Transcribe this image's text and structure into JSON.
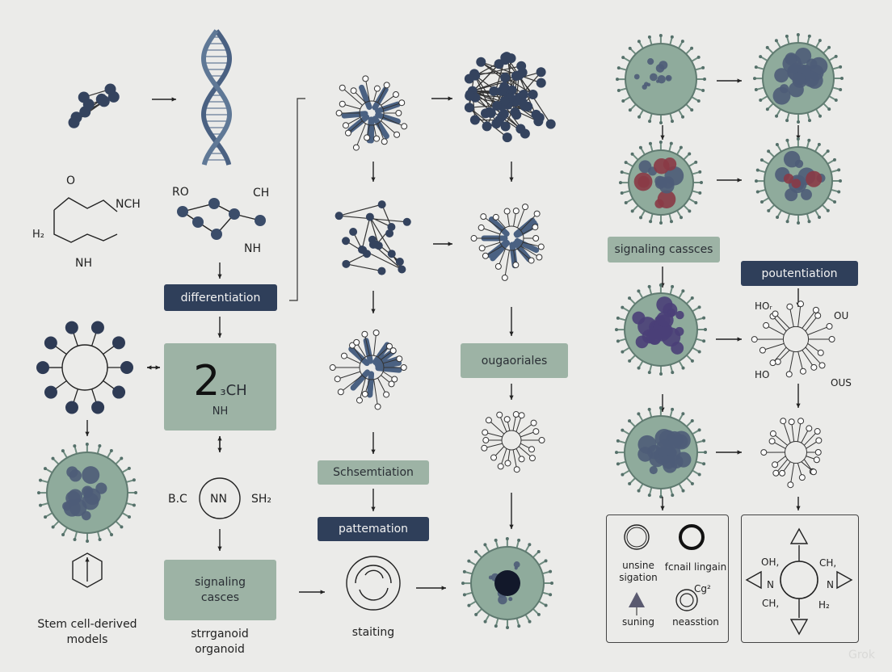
{
  "labels": {
    "differentiation": "differentiation",
    "big_number": "2",
    "big_sub": "₃CH",
    "big_nh": "NH",
    "bc": "B.C",
    "nn": "NN",
    "sh2": "SH₂",
    "signaling_left_1": "signaling",
    "signaling_left_2": "casces",
    "organoid_1": "strrganoid",
    "organoid_2": "organoid",
    "stem_1": "Stem cell-derived",
    "stem_2": "models",
    "schsemtiation": "Schsemtiation",
    "pattemation": "pattemation",
    "staiting": "staiting",
    "ougaoriales": "ougaoriales",
    "signaling_right": "signaling cassces",
    "poutentiation": "poutentiation"
  },
  "chem_text": {
    "o_top": "O",
    "nch": "NCH",
    "h2": "H₂",
    "nh_left": "NH",
    "ro": "RO",
    "ch": "CH",
    "nh_mid": "NH",
    "hor": "HOᵣ",
    "ou": "OU",
    "ho": "HO",
    "ous": "OUS"
  },
  "legend_box": {
    "item1": [
      "unsine",
      "sigation"
    ],
    "item2": "fcnail lingain",
    "item3": "suning",
    "item4": "neasstion",
    "cg": "Cg²"
  },
  "ring_box": {
    "oh": "OH,",
    "ch_top": "CH,",
    "n_left": "N",
    "n_right": "N",
    "ch_bottom": "CH,",
    "h2": "H₂"
  },
  "watermark": "Grok",
  "colors": {
    "background": "#ebebe9",
    "navy": "#2f3f5a",
    "sage": "#9db3a5",
    "cell_green": "#8fab9c",
    "purple": "#4a3f78",
    "red": "#8a3a46"
  }
}
